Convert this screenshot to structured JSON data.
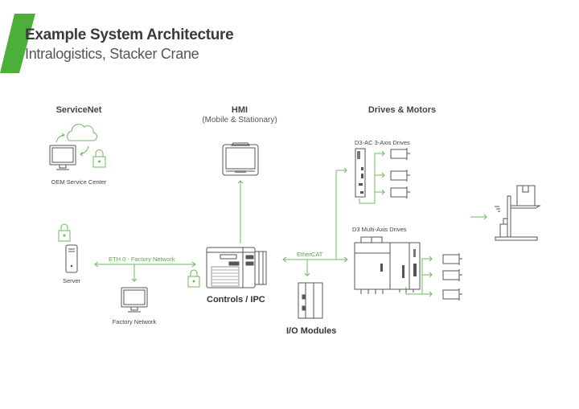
{
  "header": {
    "title": "Example System Architecture",
    "subtitle": "Intralogistics, Stacker Crane",
    "accent_color": "#4caf3a"
  },
  "sections": {
    "servicenet": {
      "title": "ServiceNet",
      "caption": "OEM Service Center"
    },
    "hmi": {
      "title": "HMI",
      "subtitle": "(Mobile & Stationary)"
    },
    "drives": {
      "title": "Drives & Motors",
      "d3ac_label": "D3-AC  3-Axis Drives",
      "d3multi_label": "D3 Multi-Axis Drives"
    },
    "server": {
      "caption": "Server"
    },
    "factory": {
      "caption": "Factory Network"
    },
    "controls": {
      "caption": "Controls / IPC"
    },
    "io": {
      "caption": "I/O Modules"
    }
  },
  "connections": {
    "eth0_label": "ETH 0 - Factory Network",
    "ethercat_label": "EtherCAT",
    "line_color": "#6db85f"
  },
  "icons": [
    "cloud-icon",
    "monitor-icon",
    "lock-icon",
    "server-icon",
    "hmi-panel-icon",
    "ipc-icon",
    "io-module-icon",
    "drive-icon",
    "motor-icon",
    "stacker-crane-icon"
  ]
}
